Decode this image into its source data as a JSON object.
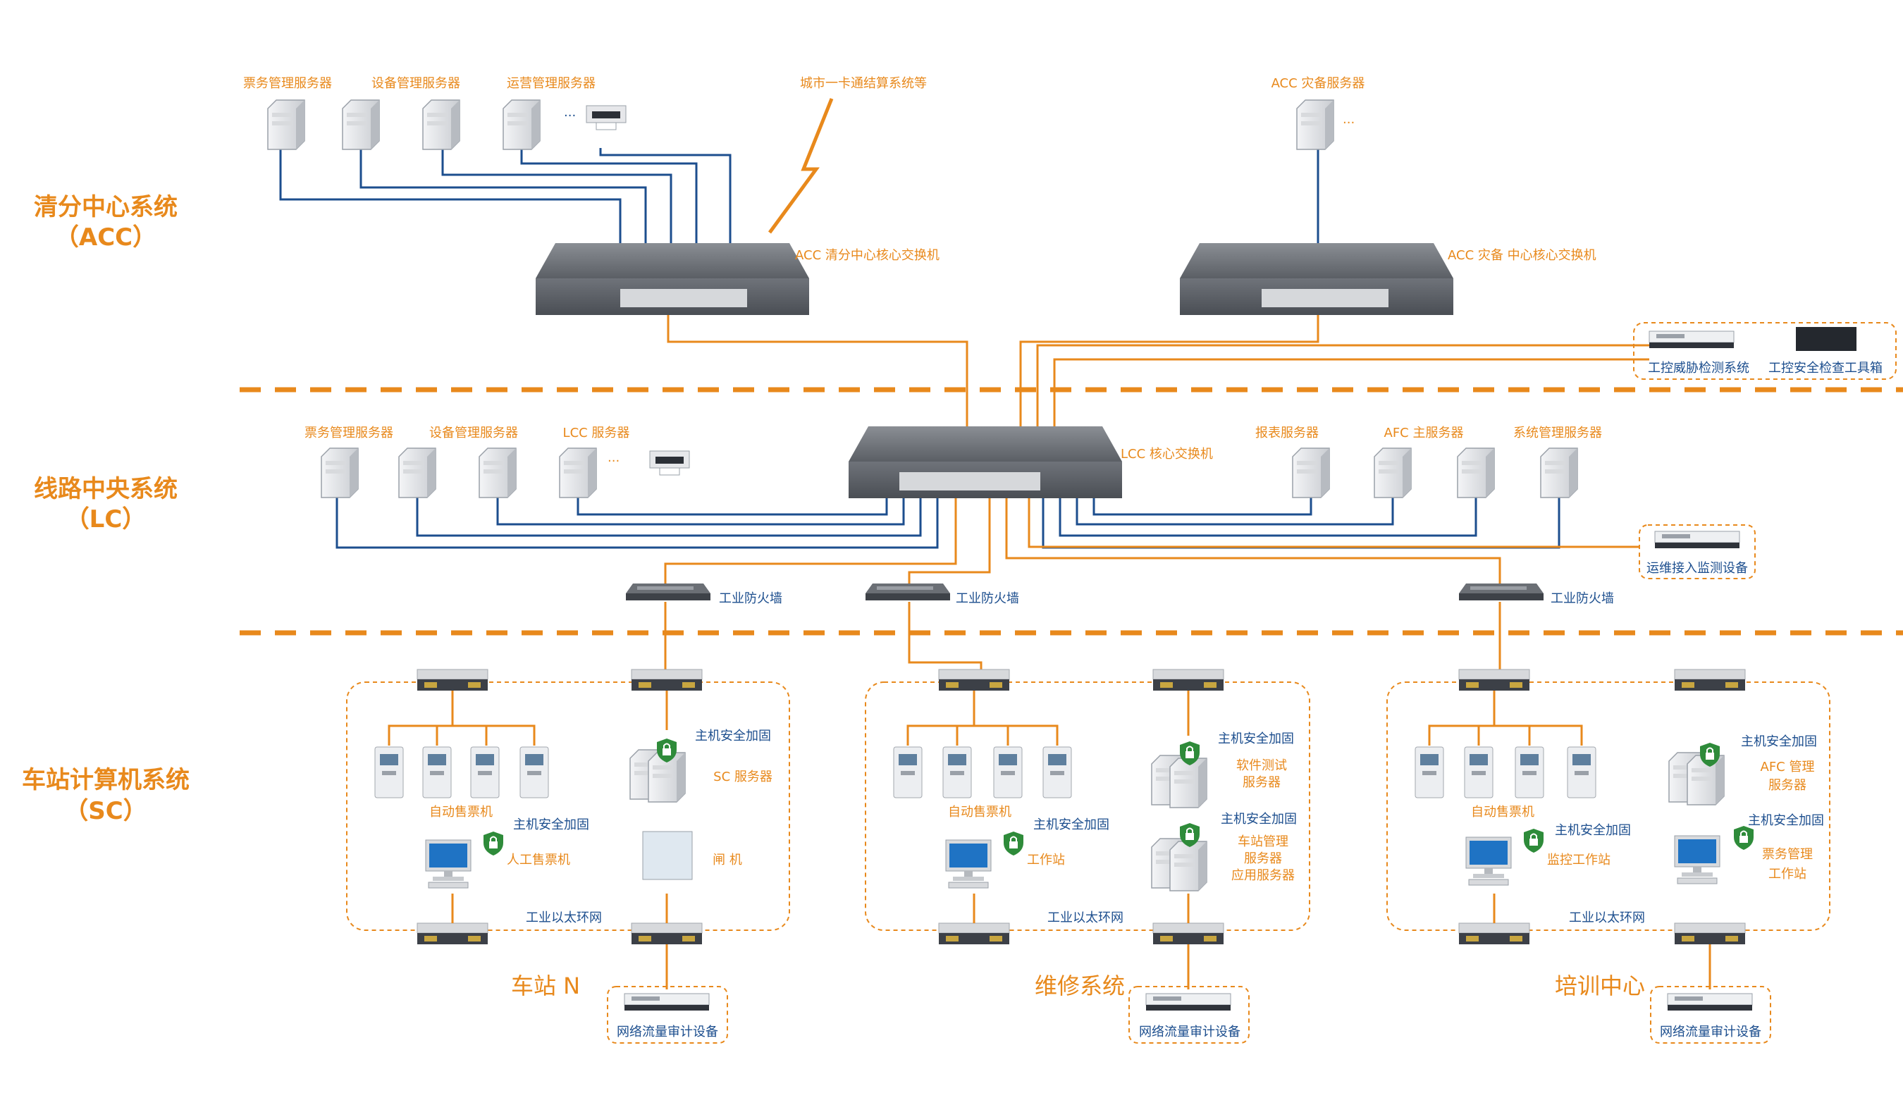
{
  "sections": {
    "acc": {
      "title": "清分中心系统",
      "sub": "（ACC）"
    },
    "lc": {
      "title": "线路中央系统",
      "sub": "（LC）"
    },
    "sc": {
      "title": "车站计算机系统",
      "sub": "（SC）"
    }
  },
  "acc": {
    "servers": [
      "票务管理服务器",
      "设备管理服务器",
      "运营管理服务器"
    ],
    "ellipsis": "···",
    "city_card": "城市一卡通结算系统等",
    "core_switch": "ACC 清分中心核心交换机",
    "backup_server": "ACC 灾备服务器",
    "backup_ellipsis": "···",
    "backup_switch": "ACC 灾备 中心核心交换机",
    "monitor_threat": "工控威胁检测系统",
    "monitor_toolbox": "工控安全检查工具箱"
  },
  "lc": {
    "servers_left": [
      "票务管理服务器",
      "设备管理服务器",
      "LCC 服务器"
    ],
    "ellipsis": "···",
    "core_switch": "LCC 核心交换机",
    "servers_right": [
      "报表服务器",
      "AFC 主服务器",
      "系统管理服务器"
    ],
    "ops_monitor": "运维接入监测设备",
    "firewall": "工业防火墙"
  },
  "sc": {
    "host_hardening": "主机安全加固",
    "ring_net": "工业以太环网",
    "audit": "网络流量审计设备",
    "stations": [
      {
        "name": "车站 N",
        "tvm": "自动售票机",
        "pc": "人工售票机",
        "server": "SC 服务器",
        "gate": "闸 机"
      },
      {
        "name": "维修系统",
        "tvm": "自动售票机",
        "pc": "工作站",
        "server1": "软件测试",
        "server1b": "服务器",
        "server2a": "车站管理",
        "server2b": "服务器",
        "server2c": "应用服务器"
      },
      {
        "name": "培训中心",
        "tvm": "自动售票机",
        "pc": "监控工作站",
        "server1": "AFC 管理",
        "server1b": "服务器",
        "server2a": "票务管理",
        "server2b": "工作站"
      }
    ]
  },
  "colors": {
    "accent": "#e8891c",
    "link": "#1c4e8e",
    "switch": "#5b5f65"
  }
}
